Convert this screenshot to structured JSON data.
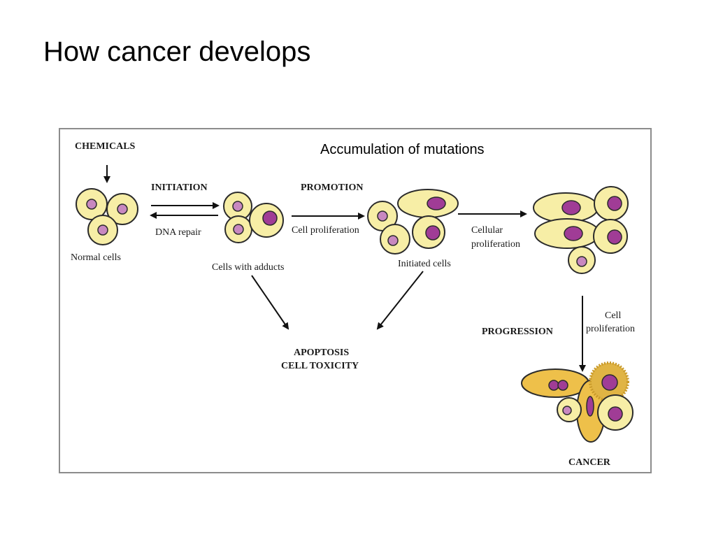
{
  "slide": {
    "title": "How cancer develops"
  },
  "diagram": {
    "chemicals": "CHEMICALS",
    "accumulation": "Accumulation of mutations",
    "initiation": "INITIATION",
    "dna_repair": "DNA repair",
    "normal_cells": "Normal cells",
    "cells_with_adducts": "Cells with adducts",
    "promotion": "PROMOTION",
    "cell_proliferation_1": "Cell proliferation",
    "initiated_cells": "Initiated cells",
    "cellular_proliferation_1": "Cellular",
    "cellular_proliferation_2": "proliferation",
    "apoptosis": "APOPTOSIS",
    "cell_toxicity": "CELL TOXICITY",
    "progression": "PROGRESSION",
    "cell_proliferation_2a": "Cell",
    "cell_proliferation_2b": "proliferation",
    "cancer": "CANCER"
  },
  "colors": {
    "cell_fill": "#f7eea6",
    "nucleus_fill": "#a03c96",
    "small_nucleus_fill": "#c888c0",
    "cancer_cell_fill": "#eec04a",
    "frame_border": "#8c8c8c"
  }
}
